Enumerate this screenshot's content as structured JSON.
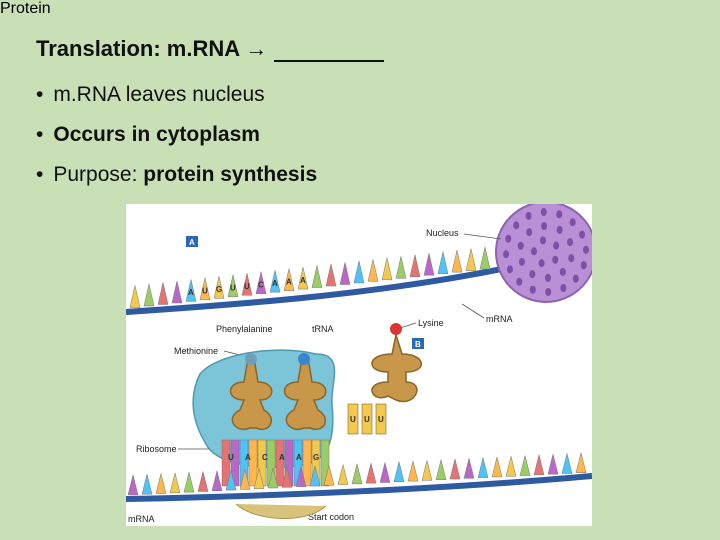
{
  "slide": {
    "title_prefix": "Translation:  m.RNA →",
    "title_answer": "Protein",
    "bullets": [
      {
        "text": "m.RNA leaves nucleus"
      },
      {
        "text": "Occurs in cytoplasm"
      },
      {
        "label": "Purpose:  ",
        "value": "protein synthesis"
      }
    ]
  },
  "figure": {
    "panel_a": "A",
    "panel_b": "B",
    "labels": {
      "nucleus": "Nucleus",
      "phenylalanine": "Phenylalanine",
      "trna": "tRNA",
      "lysine": "Lysine",
      "methionine": "Methionine",
      "mrna_right": "mRNA",
      "ribosome": "Ribosome",
      "mrna_left": "mRNA",
      "start_codon": "Start codon"
    },
    "top_strand_bases": [
      "A",
      "U",
      "G",
      "U",
      "U",
      "C",
      "A",
      "A",
      "A"
    ],
    "anticodon_bases": [
      "U",
      "U",
      "U"
    ],
    "ribosome_bases": [
      "U",
      "A",
      "C",
      "A",
      "A",
      "G"
    ],
    "colors": {
      "background": "#c9e0b6",
      "nucleus": "#b98fd6",
      "ribosome": "#7cc4d8",
      "trna": "#c9974a"
    }
  }
}
